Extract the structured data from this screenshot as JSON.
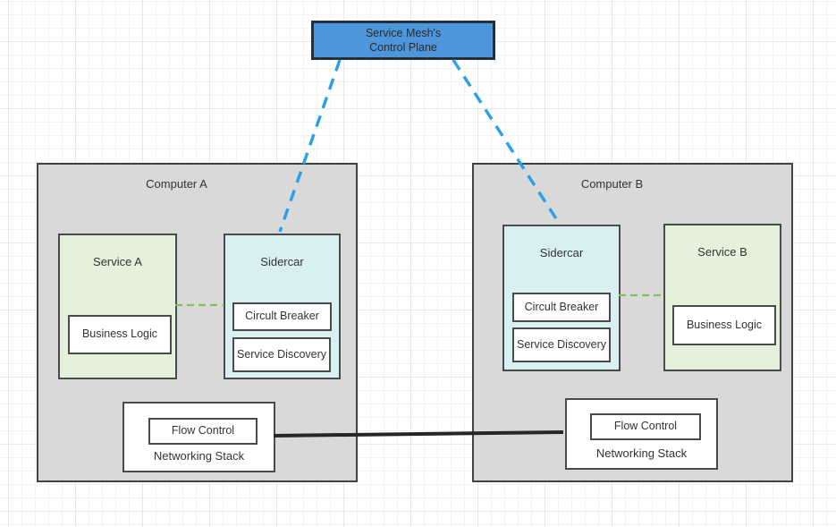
{
  "diagram": {
    "control_plane": {
      "label": "Service Mesh's\nControl Plane"
    },
    "computers": [
      {
        "title": "Computer A",
        "service": {
          "title": "Service A",
          "business_logic": "Business Logic"
        },
        "sidecar": {
          "title": "Sidercar",
          "circuit_breaker": "Circult Breaker",
          "service_discovery": "Service Discovery"
        },
        "networking": {
          "title": "Networking Stack",
          "flow_control": "Flow Control"
        }
      },
      {
        "title": "Computer B",
        "service": {
          "title": "Service B",
          "business_logic": "Business Logic"
        },
        "sidecar": {
          "title": "Sidercar",
          "circuit_breaker": "Circult Breaker",
          "service_discovery": "Service Discovery"
        },
        "networking": {
          "title": "Networking Stack",
          "flow_control": "Flow Control"
        }
      }
    ],
    "connections": [
      {
        "from": "control-plane",
        "to": "sidecar-a",
        "style": "blue-dashed"
      },
      {
        "from": "control-plane",
        "to": "sidecar-b",
        "style": "blue-dashed"
      },
      {
        "from": "service-a",
        "to": "sidecar-a",
        "style": "green-dashed"
      },
      {
        "from": "sidecar-b",
        "to": "service-b",
        "style": "green-dashed"
      },
      {
        "from": "networking-stack-a",
        "to": "networking-stack-b",
        "style": "black-solid"
      }
    ],
    "colors": {
      "control_plane_fill": "#4E96DB",
      "control_plane_border": "#23303C",
      "computer_fill": "#D9D9D9",
      "computer_border": "#424242",
      "service_fill": "#E4F2DC",
      "sidecar_fill": "#D9F0F2",
      "inner_fill": "#FFFFFF",
      "inner_border": "#4A4A4A",
      "blue_link": "#2B9FE8",
      "green_link": "#7CC34F",
      "black_link": "#262626",
      "text": "#333333"
    }
  }
}
